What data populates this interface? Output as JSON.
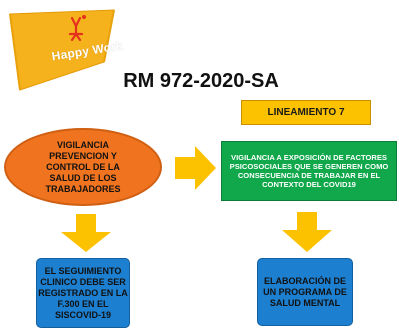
{
  "logo": {
    "text": "Happy Work"
  },
  "title": "RM 972-2020-SA",
  "lineamiento": {
    "label": "LINEAMIENTO 7"
  },
  "left_ellipse": {
    "text": "VIGILANCIA PREVENCION Y CONTROL DE LA SALUD DE LOS TRABAJADORES"
  },
  "green_box": {
    "text": "VIGILANCIA A EXPOSICIÓN DE FACTORES PSICOSOCIALES QUE SE GENEREN COMO CONSECUENCIA DE TRABAJAR EN EL CONTEXTO DEL COVID19"
  },
  "left_result": {
    "text": "EL SEGUIMIENTO CLINICO DEBE SER REGISTRADO EN LA F.300 EN EL SISCOVID-19"
  },
  "right_result": {
    "text": "ELABORACIÓN DE UN PROGRAMA DE SALUD MENTAL"
  },
  "colors": {
    "arrow": "#fcc200",
    "ellipse": "#f0741f",
    "green": "#10a84a",
    "blue": "#1d7fd0",
    "logo_sail": "#f6b21c"
  }
}
